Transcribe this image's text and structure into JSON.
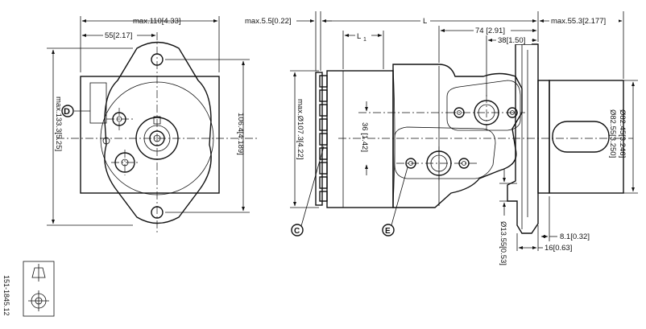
{
  "front_view": {
    "dim_max_width": "max.110[4.33]",
    "dim_offset": "55[2.17]",
    "dim_max_height": "max.133.3[5.25]",
    "dim_height": "106.4[4.189]",
    "label_d": "D"
  },
  "side_view": {
    "dim_max_flange": "max.5.5[0.22]",
    "dim_L": "L",
    "dim_L1": "L",
    "dim_L1_sub": "1",
    "dim_74": "74 [2.91]",
    "dim_38": "38[1.50]",
    "dim_max_shaft": "max.55.3[2.177]",
    "dim_max_dia": "max.Ø107.3[4.22]",
    "dim_36": "36 [1.42]",
    "dim_pilot_a": "Ø82.55[3.250]",
    "dim_pilot_b": "Ø82.45[3.246]",
    "dim_8": "8.1[0.32]",
    "dim_16": "16[0.63]",
    "dim_hole": "Ø13.55[0.53]",
    "label_c": "C",
    "label_e": "E"
  },
  "drawing_number": "151-1845.12"
}
